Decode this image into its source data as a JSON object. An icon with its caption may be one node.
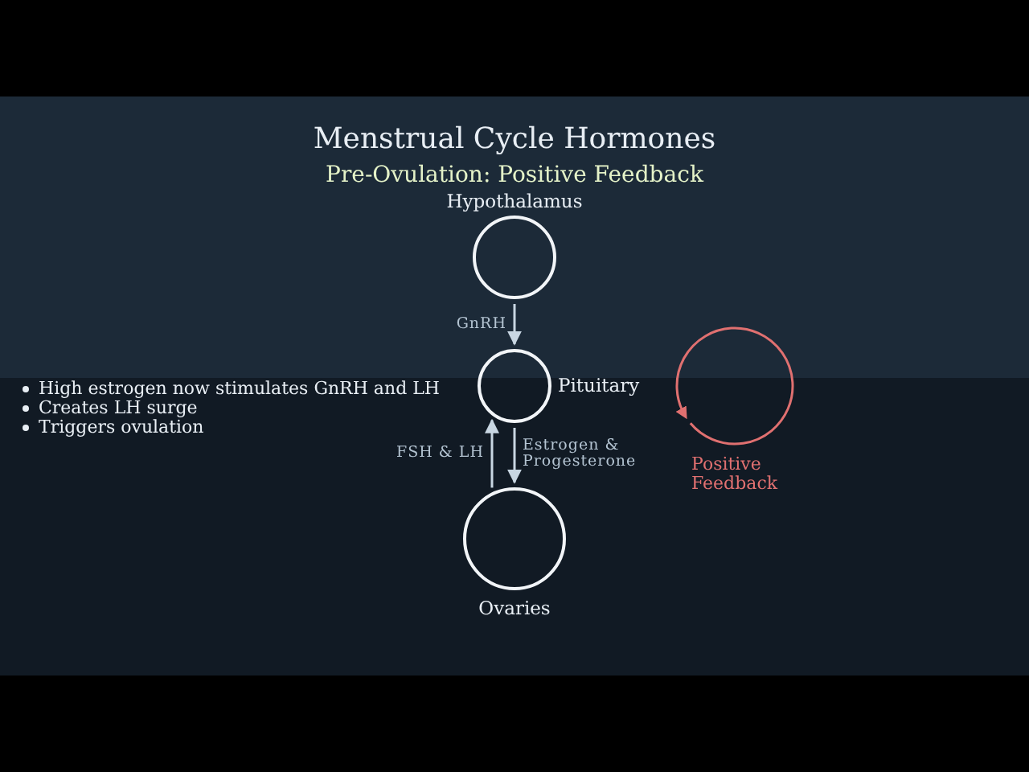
{
  "diagram": {
    "title": "Menstrual Cycle Hormones",
    "caption": "Pre-Ovulation: Positive Feedback",
    "nodes": [
      {
        "text": [
          "Hypothalamus"
        ]
      },
      {
        "text": [
          "Pituitary"
        ]
      },
      {
        "text": [
          "Ovaries"
        ]
      },
      {
        "text": [
          "Positive Feedback"
        ]
      }
    ],
    "edges": [
      {
        "from": 0,
        "to": 1,
        "arrow": "to",
        "label": "GnRH"
      },
      {
        "from": 2,
        "to": 1,
        "arrow": "to",
        "label": "FSH & LH"
      },
      {
        "from": 1,
        "to": 2,
        "arrow": "to",
        "label": "Estrogen & Progesterone"
      }
    ],
    "labels": [
      "High estrogen now stimulates GnRH and LH",
      "Creates LH surge",
      "Triggers ovulation"
    ]
  }
}
